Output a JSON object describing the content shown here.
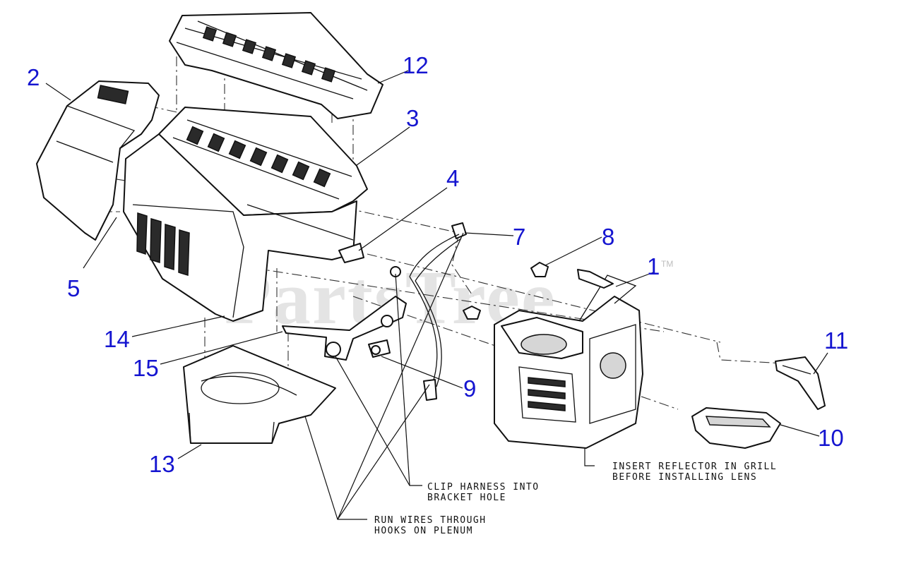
{
  "watermark": {
    "text": "PartsTree",
    "trademark": "TM"
  },
  "callouts": [
    {
      "id": "1",
      "label": "1"
    },
    {
      "id": "2",
      "label": "2"
    },
    {
      "id": "3",
      "label": "3"
    },
    {
      "id": "4",
      "label": "4"
    },
    {
      "id": "5",
      "label": "5"
    },
    {
      "id": "7",
      "label": "7"
    },
    {
      "id": "8",
      "label": "8"
    },
    {
      "id": "9",
      "label": "9"
    },
    {
      "id": "10",
      "label": "10"
    },
    {
      "id": "11",
      "label": "11"
    },
    {
      "id": "12",
      "label": "12"
    },
    {
      "id": "13",
      "label": "13"
    },
    {
      "id": "14",
      "label": "14"
    },
    {
      "id": "15",
      "label": "15"
    }
  ],
  "notes": {
    "reflector": [
      "INSERT REFLECTOR IN GRILL",
      "BEFORE INSTALLING LENS"
    ],
    "clip_harness": [
      "CLIP HARNESS INTO",
      "BRACKET HOLE"
    ],
    "run_wires": [
      "RUN WIRES THROUGH",
      "HOOKS ON PLENUM"
    ]
  },
  "colors": {
    "callout_text": "#1515d0",
    "line_art": "#111111",
    "watermark": "#cfcfcf"
  }
}
